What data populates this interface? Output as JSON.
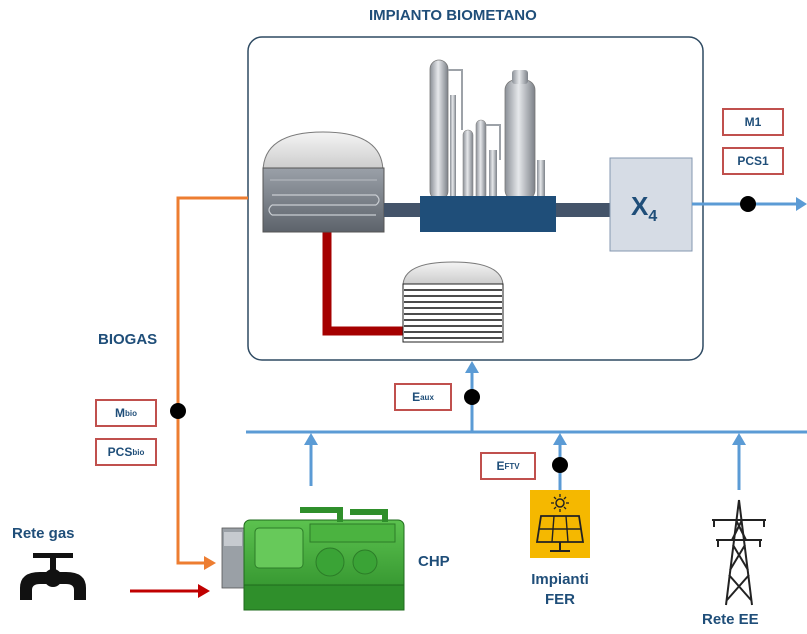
{
  "title": "IMPIANTO BIOMETANO",
  "upgrading_box": {
    "label_main": "X",
    "label_sub": "4"
  },
  "labels": {
    "biogas": "BIOGAS",
    "rete_gas": "Rete gas",
    "chp": "CHP",
    "impianti_fer_line1": "Impianti",
    "impianti_fer_line2": "FER",
    "rete_ee": "Rete EE"
  },
  "meters": {
    "m1": {
      "main": "M1",
      "sub": ""
    },
    "pcs1": {
      "main": "PCS1",
      "sub": ""
    },
    "mbio": {
      "main": "M",
      "sub": "bio"
    },
    "pcsbio": {
      "main": "PCS",
      "sub": "bio"
    },
    "eaux": {
      "main": "E",
      "sub": "aux"
    },
    "eftv": {
      "main": "E",
      "sub": "FTV"
    }
  },
  "colors": {
    "electric_line": "#5b9bd5",
    "biogas_line": "#ed7d31",
    "gas_grid_line": "#c00000",
    "digestate_pipe": "#a50000",
    "title_text": "#1f4e79",
    "meter_border": "#c0504d",
    "plant_border": "#2e4a62",
    "upgrading_box_fill": "#d6dce5",
    "chp_engine": "#3ea93a",
    "pv_panel_bg": "#f5b800",
    "process_block": "#1f4e79"
  },
  "icons": {
    "valve": "gas-valve-icon",
    "pylon": "power-pylon-icon",
    "pv": "solar-panel-icon",
    "engine": "chp-engine-icon",
    "digester": "digester-tank-icon",
    "storage": "digestate-storage-icon",
    "columns": "upgrading-columns-icon"
  }
}
